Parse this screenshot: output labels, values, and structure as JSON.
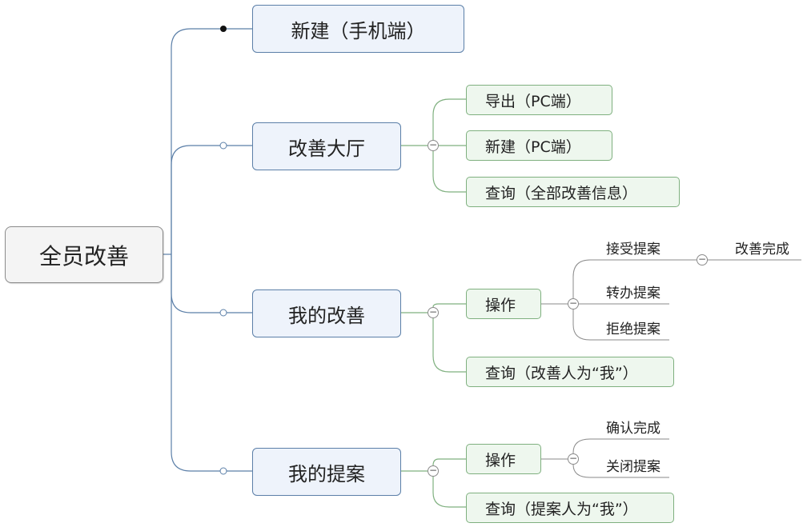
{
  "root": {
    "label": "全员改善"
  },
  "branches": {
    "new_mobile": {
      "label": "新建（手机端）"
    },
    "hall": {
      "label": "改善大厅",
      "toggle": "−",
      "children": {
        "export": "导出（PC端）",
        "new_pc": "新建（PC端）",
        "query_all": "查询（全部改善信息）"
      }
    },
    "my_improve": {
      "label": "我的改善",
      "toggle": "−",
      "operate": {
        "label": "操作",
        "toggle": "−",
        "items": {
          "accept": "接受提案",
          "accept_toggle": "−",
          "accept_child": "改善完成",
          "transfer": "转办提案",
          "reject": "拒绝提案"
        }
      },
      "query": "查询（改善人为“我”）"
    },
    "my_proposal": {
      "label": "我的提案",
      "toggle": "−",
      "operate": {
        "label": "操作",
        "toggle": "−",
        "items": {
          "confirm": "确认完成",
          "close": "关闭提案"
        }
      },
      "query": "查询（提案人为“我”）"
    }
  },
  "colors": {
    "level1_line": "#5b7fa8",
    "level2_line": "#7fb07f",
    "leaf_line": "#8a8a8a"
  }
}
